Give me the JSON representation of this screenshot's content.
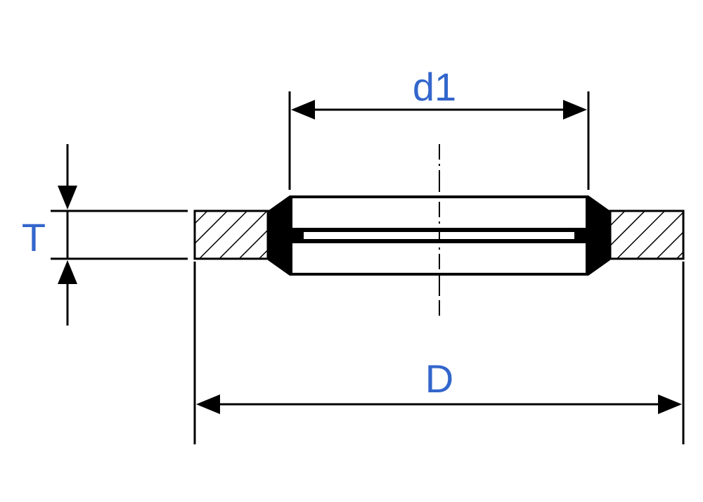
{
  "labels": {
    "inner_diameter": "d1",
    "outer_diameter": "D",
    "thickness": "T"
  },
  "colors": {
    "line": "#000000",
    "label": "#3366cc",
    "background": "#ffffff"
  }
}
